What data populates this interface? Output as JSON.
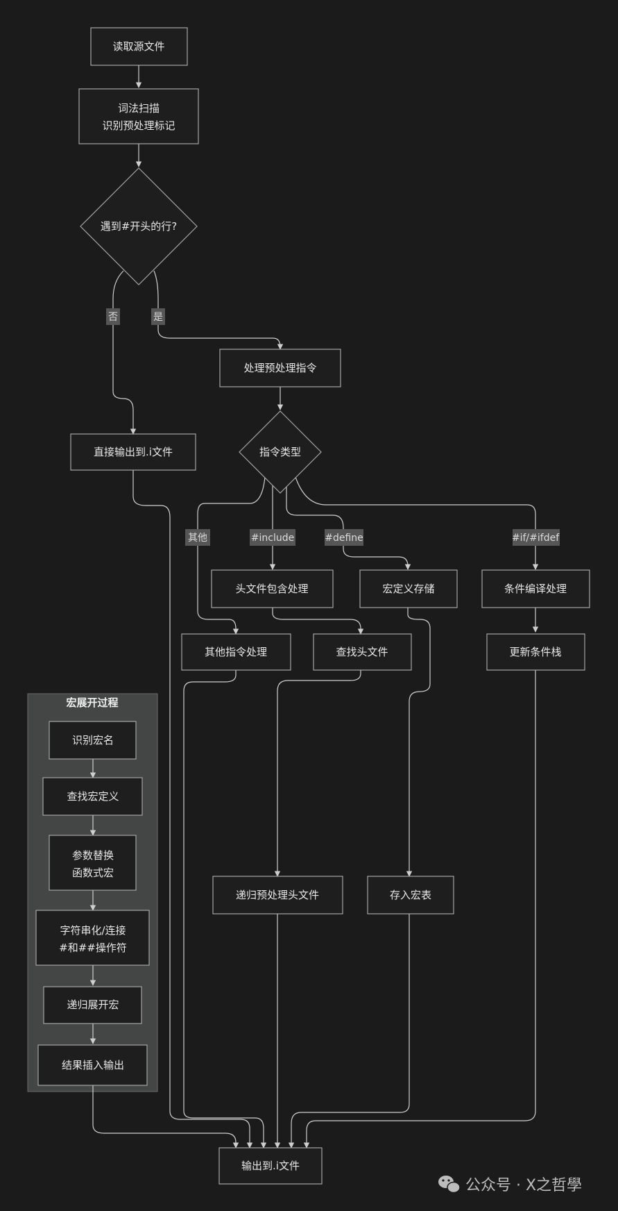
{
  "nodes": {
    "read_source": "读取源文件",
    "lex_scan_1": "词法扫描",
    "lex_scan_2": "识别预处理标记",
    "decision_hash": "遇到#开头的行?",
    "process_directive": "处理预处理指令",
    "output_direct": "直接输出到.i文件",
    "directive_type": "指令类型",
    "header_include": "头文件包含处理",
    "macro_define_store": "宏定义存储",
    "conditional_compile": "条件编译处理",
    "other_directive": "其他指令处理",
    "find_header": "查找头文件",
    "update_cond_stack": "更新条件栈",
    "recursive_header": "递归预处理头文件",
    "store_macro_table": "存入宏表",
    "output_final": "输出到.i文件"
  },
  "edge_labels": {
    "no": "否",
    "yes": "是",
    "other": "其他",
    "include": "#include",
    "define": "#define",
    "ifdef": "#if/#ifdef"
  },
  "cluster": {
    "title": "宏展开过程",
    "steps": [
      [
        "识别宏名"
      ],
      [
        "查找宏定义"
      ],
      [
        "参数替换",
        "函数式宏"
      ],
      [
        "字符串化/连接",
        "#和##操作符"
      ],
      [
        "递归展开宏"
      ],
      [
        "结果插入输出"
      ]
    ]
  },
  "watermark": {
    "text": "公众号 · X之哲學",
    "icon": "wechat-icon"
  },
  "colors": {
    "background": "#1b1b1b",
    "node_fill": "#1e1e1e",
    "node_stroke": "#a5a5a5",
    "edge": "#cfcfcf",
    "cluster_fill": "#444545",
    "edge_label_bg": "#565656"
  }
}
